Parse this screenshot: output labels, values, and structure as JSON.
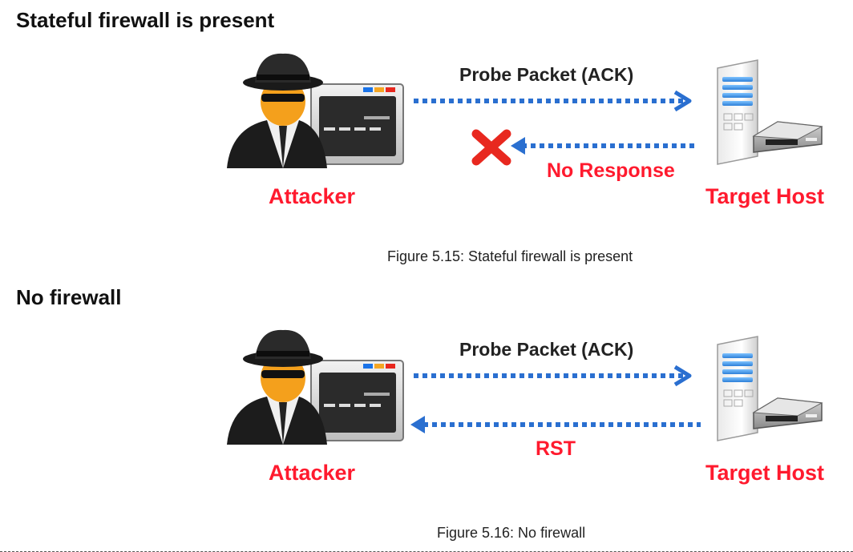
{
  "sections": [
    {
      "title": "Stateful firewall is present",
      "attacker_label": "Attacker",
      "target_label": "Target Host",
      "probe_label": "Probe Packet (ACK)",
      "response_label": "No Response",
      "caption": "Figure 5.15: Stateful firewall is present"
    },
    {
      "title": "No firewall",
      "attacker_label": "Attacker",
      "target_label": "Target Host",
      "probe_label": "Probe Packet (ACK)",
      "response_label": "RST",
      "caption": "Figure 5.16: No firewall"
    }
  ],
  "colors": {
    "label_red": "#ff1a2e",
    "arrow_blue": "#2a6fd0",
    "blocked_x": "#e8281f"
  },
  "icons": {
    "attacker": "hacker-with-laptop-icon",
    "target": "server-with-router-icon",
    "blocked": "red-x-icon"
  }
}
